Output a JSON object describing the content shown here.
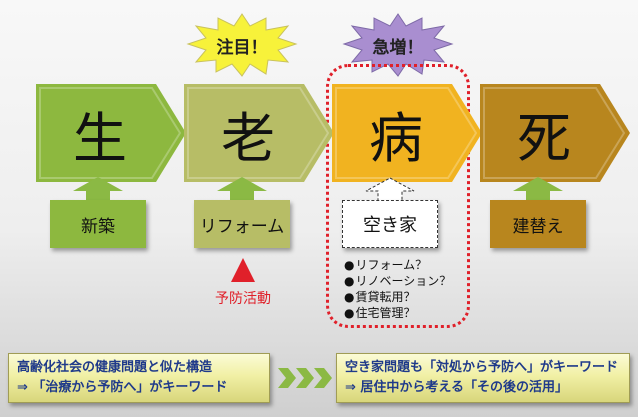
{
  "stages": [
    {
      "label": "生",
      "color": "#8db83f"
    },
    {
      "label": "老",
      "color": "#b7bd66"
    },
    {
      "label": "病",
      "color": "#f1b320"
    },
    {
      "label": "死",
      "color": "#b8861e"
    }
  ],
  "sub_boxes": [
    {
      "label": "新築"
    },
    {
      "label": "リフォーム"
    },
    {
      "label": "空き家"
    },
    {
      "label": "建替え"
    }
  ],
  "callouts": {
    "attention": "注目！",
    "surge": "急増！"
  },
  "prevention_label": "予防活動",
  "vacant_options": [
    "リフォーム？",
    "リノベーション？",
    "賃貸転用？",
    "住宅管理？"
  ],
  "banner_left": {
    "line1": "高齢化社会の健康問題と似た構造",
    "line2": "⇒ 「治療から予防へ」がキーワード"
  },
  "banner_right": {
    "line1": "空き家問題も「対処から予防へ」がキーワード",
    "line2": "⇒ 居住中から考える「その後の活用」"
  },
  "colors": {
    "arrow_up": "#8bb944",
    "red": "#e0202a",
    "banner_text": "#1f3a8a",
    "attention_burst": "#f7f23a",
    "surge_burst": "#a98ed0"
  }
}
